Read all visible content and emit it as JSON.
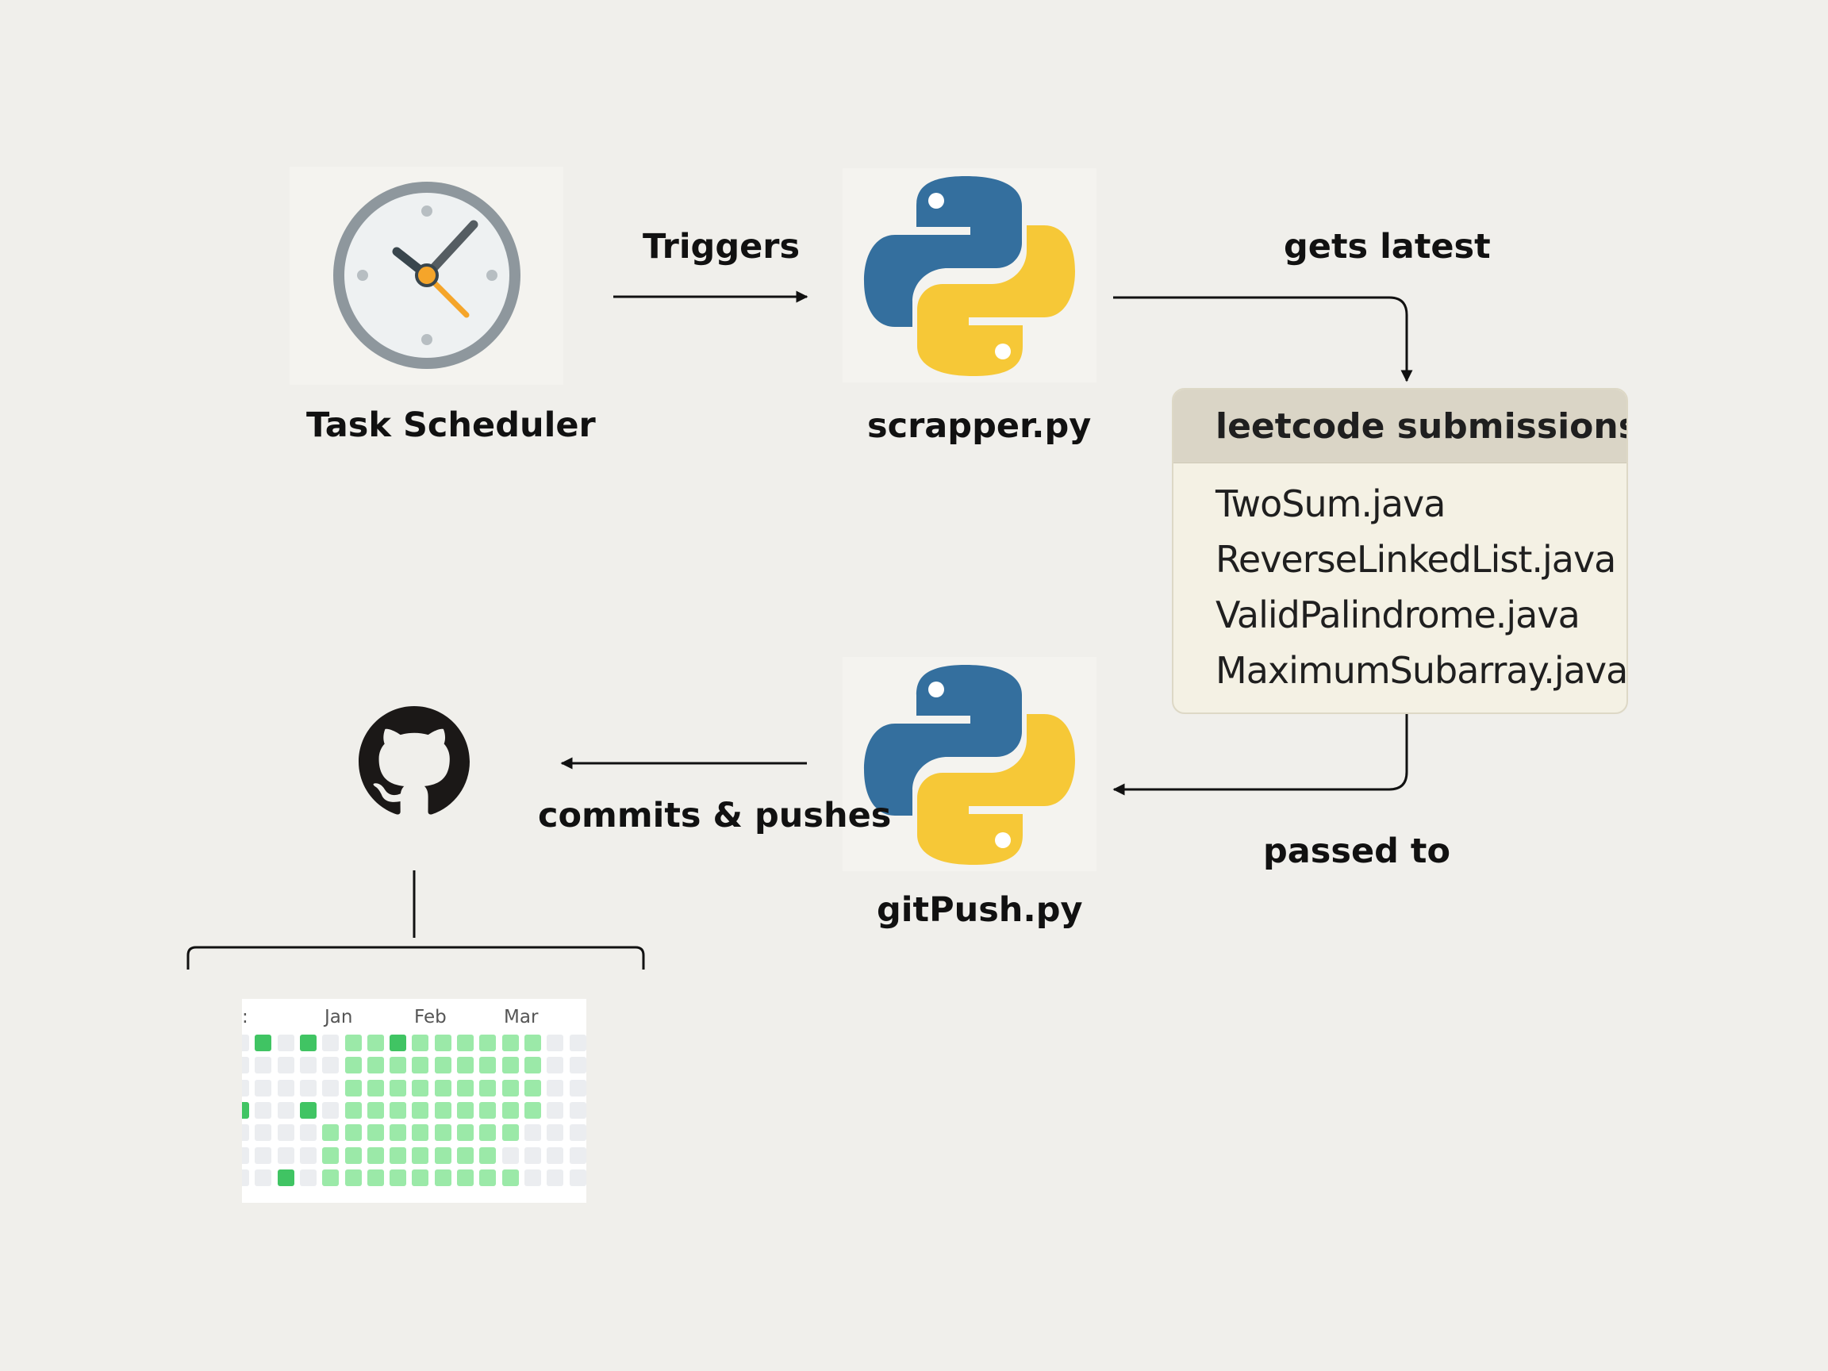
{
  "nodes": {
    "scheduler": {
      "label": "Task Scheduler",
      "icon": "clock-icon"
    },
    "scrapper": {
      "label": "scrapper.py",
      "icon": "python-logo-icon"
    },
    "submissions": {
      "title": "leetcode submissions",
      "items": [
        "TwoSum.java",
        "ReverseLinkedList.java",
        "ValidPalindrome.java",
        "MaximumSubarray.java"
      ]
    },
    "gitpush": {
      "label": "gitPush.py",
      "icon": "python-logo-icon"
    },
    "github": {
      "icon": "github-logo-icon"
    }
  },
  "edges": {
    "triggers": "Triggers",
    "gets_latest": "gets latest",
    "passed_to": "passed to",
    "commits_pushes": "commits & pushes"
  },
  "contribution_graph": {
    "months": [
      "Jan",
      "Feb",
      "Mar"
    ],
    "partial_month": ":",
    "colors": {
      "empty": "#ebedf0",
      "light": "#9be9a8",
      "dark": "#40c463"
    },
    "grid": [
      [
        0,
        2,
        0,
        2,
        0,
        1,
        1,
        2,
        1,
        1,
        1,
        1,
        1,
        1,
        0,
        0
      ],
      [
        0,
        0,
        0,
        0,
        0,
        1,
        1,
        1,
        1,
        1,
        1,
        1,
        1,
        1,
        0,
        0
      ],
      [
        0,
        0,
        0,
        0,
        0,
        1,
        1,
        1,
        1,
        1,
        1,
        1,
        1,
        1,
        0,
        0
      ],
      [
        2,
        0,
        0,
        2,
        0,
        1,
        1,
        1,
        1,
        1,
        1,
        1,
        1,
        1,
        0,
        0
      ],
      [
        0,
        0,
        0,
        0,
        1,
        1,
        1,
        1,
        1,
        1,
        1,
        1,
        1,
        0,
        0,
        0
      ],
      [
        0,
        0,
        0,
        0,
        1,
        1,
        1,
        1,
        1,
        1,
        1,
        1,
        0,
        0,
        0,
        0
      ],
      [
        0,
        0,
        2,
        0,
        1,
        1,
        1,
        1,
        1,
        1,
        1,
        1,
        1,
        0,
        0,
        0
      ]
    ]
  }
}
